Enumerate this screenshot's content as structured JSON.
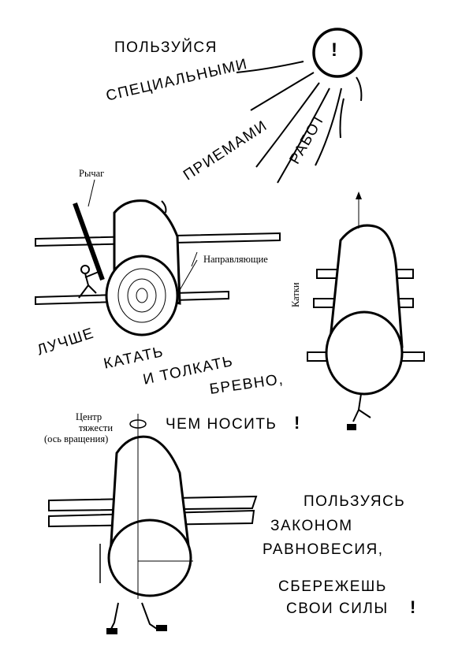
{
  "header": {
    "line1": "ПОЛЬЗУЙСЯ",
    "line2": "СПЕЦИАЛЬНЫМИ",
    "line3": "ПРИЕМАМИ",
    "line4": "РАБОТ",
    "sun_mark": "!"
  },
  "labels": {
    "lever": "Рычаг",
    "guides": "Направляющие",
    "rollers": "Катки",
    "center_line1": "Центр",
    "center_line2": "тяжести",
    "center_line3": "(ось вращения)"
  },
  "slogan1": {
    "line1": "ЛУЧШЕ",
    "line2": "КАТАТЬ",
    "line3": "И ТОЛКАТЬ",
    "line4": "БРЕВНО,",
    "line5": "ЧЕМ НОСИТЬ",
    "mark": "!"
  },
  "slogan2": {
    "line1": "ПОЛЬЗУЯСЬ",
    "line2": "ЗАКОНОМ",
    "line3": "РАВНОВЕСИЯ,",
    "line4": "СБЕРЕЖЕШЬ",
    "line5": "СВОИ СИЛЫ",
    "mark": "!"
  },
  "icons": [
    "sun-icon",
    "log-icon",
    "worker-icon",
    "rotation-arrow-icon"
  ]
}
